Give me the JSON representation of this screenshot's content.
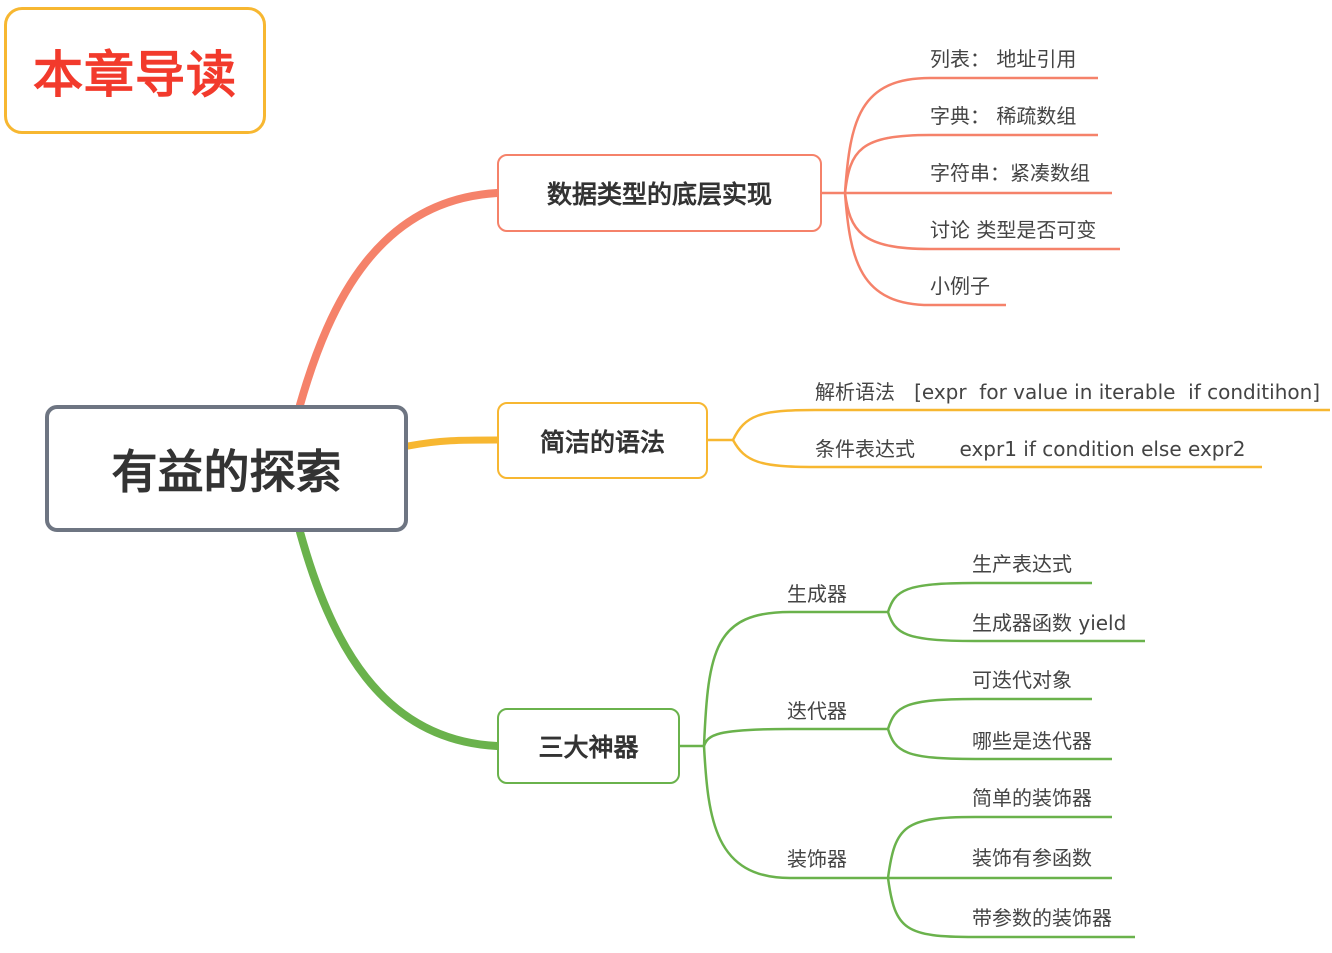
{
  "badge": {
    "text": "本章导读"
  },
  "root": {
    "label": "有益的探索"
  },
  "colors": {
    "red": "#f5826a",
    "orange": "#f7b731",
    "green": "#6ab24c",
    "root_border": "#6e7582",
    "badge_text": "#f23a2c"
  },
  "branches": [
    {
      "label": "数据类型的底层实现",
      "items": [
        "列表： 地址引用",
        "字典： 稀疏数组",
        "字符串：紧凑数组",
        "讨论 类型是否可变",
        "小例子"
      ]
    },
    {
      "label": "简洁的语法",
      "items": [
        "解析语法   [expr  for value in iterable  if conditihon]",
        "条件表达式       expr1 if condition else expr2"
      ]
    },
    {
      "label": "三大神器",
      "groups": [
        {
          "label": "生成器",
          "items": [
            "生产表达式",
            "生成器函数 yield"
          ]
        },
        {
          "label": "迭代器",
          "items": [
            "可迭代对象",
            "哪些是迭代器"
          ]
        },
        {
          "label": "装饰器",
          "items": [
            "简单的装饰器",
            "装饰有参函数",
            "带参数的装饰器"
          ]
        }
      ]
    }
  ]
}
